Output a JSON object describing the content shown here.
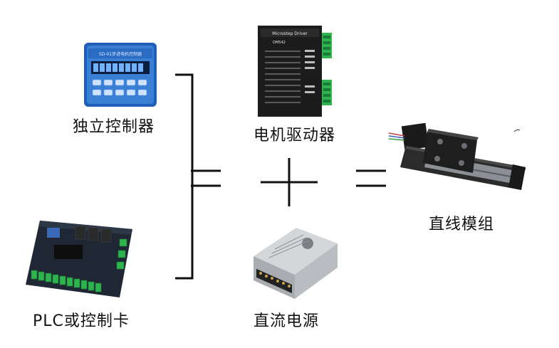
{
  "components": {
    "standalone_controller": {
      "label": "独立控制器",
      "screen_text": "SD-01步进电机控制器"
    },
    "plc_card": {
      "label": "PLC或控制卡"
    },
    "motor_driver": {
      "label": "电机驱动器",
      "header_text": "Microstep Driver",
      "model_text": "DM542"
    },
    "dc_power_supply": {
      "label": "直流电源"
    },
    "linear_module": {
      "label": "直线模组"
    }
  },
  "operators": {
    "plus": "+",
    "equals": "="
  },
  "colors": {
    "controller_body": "#1f5fb8",
    "controller_face": "#4a8ee0",
    "plc_board": "#1e2733",
    "terminal_green": "#2fb34f",
    "driver_body": "#1c1c1c",
    "psu_body": "#b9bcc0",
    "module_body": "#2b2b2b",
    "module_rail": "#8c9096",
    "line": "#111111"
  }
}
